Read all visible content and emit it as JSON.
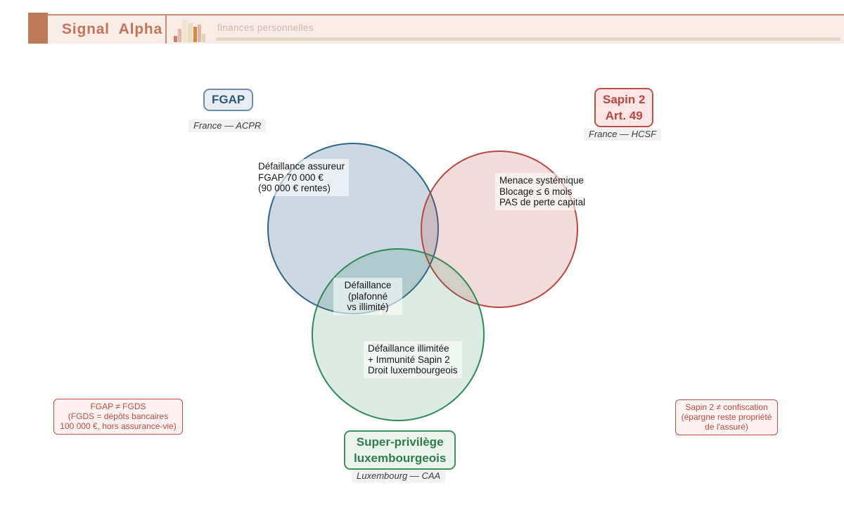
{
  "header": {
    "brand": "Signal Alpha",
    "tagline": "finances personnelles"
  },
  "colors": {
    "brand_terracotta": "#bd7a58",
    "header_bg": "#f7ece6",
    "header_rule": "#c78e74",
    "tagline_text": "#d3b8a6",
    "blue_set_stroke": "#2e6589",
    "red_set_stroke": "#b9473f",
    "green_set_stroke": "#2e8b57",
    "note_red": "#bf4a42"
  },
  "venn": {
    "fgap": {
      "badge_lines": [
        "FGAP"
      ],
      "sublabel": "France — ACPR",
      "lines": [
        "Défaillance assureur",
        "FGAP 70 000 €",
        "(90 000 € rentes)"
      ]
    },
    "sapin2": {
      "badge_lines": [
        "Sapin 2",
        "Art. 49"
      ],
      "sublabel": "France — HCSF",
      "lines": [
        "Menace systémique",
        "Blocage ≤ 6 mois",
        "PAS de perte capital"
      ]
    },
    "superprivilege": {
      "badge_lines": [
        "Super-privilège",
        "luxembourgeois"
      ],
      "sublabel": "Luxembourg — CAA",
      "lines": [
        "Défaillance illimitée",
        "+ Immunité Sapin 2",
        "Droit luxembourgeois"
      ]
    },
    "center_overlap": {
      "lines": [
        "Défaillance",
        "(plafonné",
        "vs illimité)"
      ]
    },
    "note_left": {
      "lines": [
        "FGAP ≠ FGDS",
        "(FGDS = dépôts bancaires",
        "100 000 €, hors assurance-vie)"
      ]
    },
    "note_right": {
      "lines": [
        "Sapin 2 ≠ confiscation",
        "(épargne reste propriété",
        "de l'assuré)"
      ]
    }
  }
}
